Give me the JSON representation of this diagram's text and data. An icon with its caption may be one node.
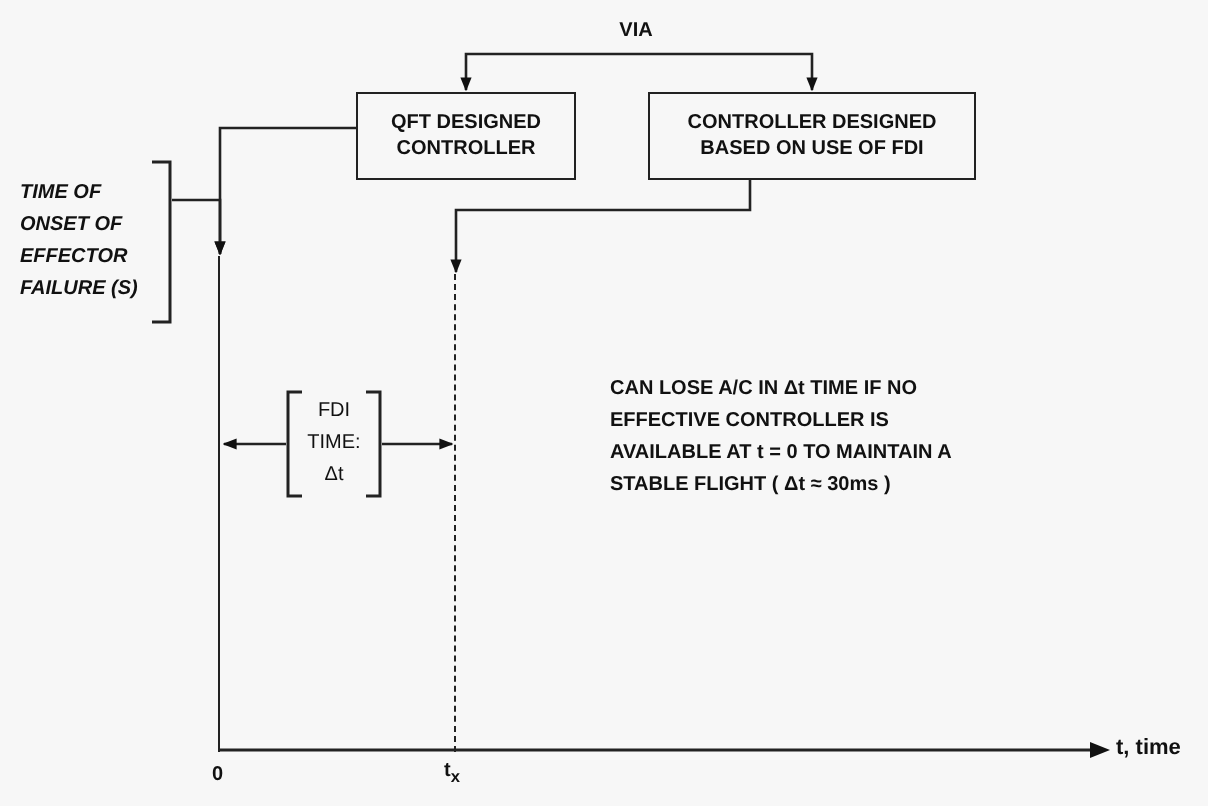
{
  "diagram": {
    "nodes": [
      {
        "text": [
          "VIA"
        ]
      },
      {
        "text": [
          "QFT DESIGNED CONTROLLER"
        ]
      },
      {
        "text": [
          "CONTROLLER DESIGNED BASED ON USE OF FDI"
        ]
      },
      {
        "text": [
          "TIME OF ONSET OF EFFECTOR FAILURE (S)"
        ]
      },
      {
        "text": [
          "FDI TIME: Δt"
        ]
      },
      {
        "text": [],
        "shape": "line"
      },
      {
        "text": [],
        "shape": "line"
      }
    ],
    "edges": [
      {
        "from": 0,
        "to": 1,
        "arrow": "to"
      },
      {
        "from": 0,
        "to": 2,
        "arrow": "to"
      },
      {
        "from": 1,
        "to": 5,
        "arrow": "to"
      },
      {
        "from": 3,
        "to": 5,
        "arrow": "to"
      },
      {
        "from": 2,
        "to": 6,
        "arrow": "to"
      },
      {
        "from": 4,
        "to": 5,
        "arrow": "to"
      },
      {
        "from": 4,
        "to": 6,
        "arrow": "to"
      }
    ],
    "labels": [
      "CAN LOSE A/C IN Δt TIME IF NO EFFECTIVE CONTROLLER IS AVAILABLE AT t = 0 TO MAINTAIN A STABLE FLIGHT ( Δt ≈ 30ms )",
      "0",
      "t$_{x}$",
      "t, time"
    ]
  }
}
